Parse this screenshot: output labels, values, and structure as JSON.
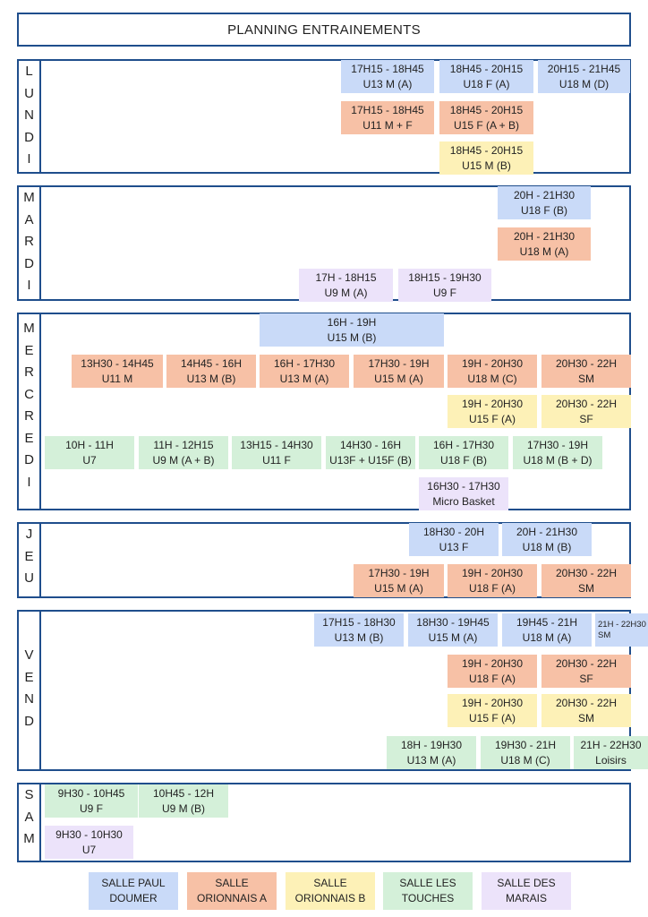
{
  "title": "PLANNING ENTRAINEMENTS",
  "colors": {
    "paul_doumer": "#c9daf8",
    "orionnais_a": "#f7c1a6",
    "orionnais_b": "#fdf1b7",
    "touches": "#d4f0d9",
    "marais": "#ece3fa",
    "border": "#1f4e8c"
  },
  "days": [
    {
      "key": "lundi",
      "label": "LUNDI",
      "slots": [
        {
          "time": "17H15 - 18H45",
          "group": "U13 M (A)",
          "salle": "paul_doumer"
        },
        {
          "time": "18H45 - 20H15",
          "group": "U18 F (A)",
          "salle": "paul_doumer"
        },
        {
          "time": "20H15 - 21H45",
          "group": "U18 M (D)",
          "salle": "paul_doumer"
        },
        {
          "time": "17H15 - 18H45",
          "group": "U11 M + F",
          "salle": "orionnais_a"
        },
        {
          "time": "18H45 - 20H15",
          "group": "U15 F (A + B)",
          "salle": "orionnais_a"
        },
        {
          "time": "18H45 - 20H15",
          "group": "U15 M (B)",
          "salle": "orionnais_b"
        }
      ]
    },
    {
      "key": "mardi",
      "label": "MARDI",
      "slots": [
        {
          "time": "20H - 21H30",
          "group": "U18 F (B)",
          "salle": "paul_doumer"
        },
        {
          "time": "20H - 21H30",
          "group": "U18 M (A)",
          "salle": "orionnais_a"
        },
        {
          "time": "17H - 18H15",
          "group": "U9 M (A)",
          "salle": "marais"
        },
        {
          "time": "18H15 - 19H30",
          "group": "U9 F",
          "salle": "marais"
        }
      ]
    },
    {
      "key": "mercredi",
      "label": "MERCREDI",
      "slots": [
        {
          "time": "16H - 19H",
          "group": "U15 M (B)",
          "salle": "paul_doumer"
        },
        {
          "time": "13H30 - 14H45",
          "group": "U11 M",
          "salle": "orionnais_a"
        },
        {
          "time": "14H45 - 16H",
          "group": "U13 M (B)",
          "salle": "orionnais_a"
        },
        {
          "time": "16H - 17H30",
          "group": "U13 M (A)",
          "salle": "orionnais_a"
        },
        {
          "time": "17H30 - 19H",
          "group": "U15 M (A)",
          "salle": "orionnais_a"
        },
        {
          "time": "19H - 20H30",
          "group": "U18 M (C)",
          "salle": "orionnais_a"
        },
        {
          "time": "20H30 - 22H",
          "group": "SM",
          "salle": "orionnais_a"
        },
        {
          "time": "19H - 20H30",
          "group": "U15 F (A)",
          "salle": "orionnais_b"
        },
        {
          "time": "20H30 - 22H",
          "group": "SF",
          "salle": "orionnais_b"
        },
        {
          "time": "10H - 11H",
          "group": "U7",
          "salle": "touches"
        },
        {
          "time": "11H - 12H15",
          "group": "U9 M (A + B)",
          "salle": "touches"
        },
        {
          "time": "13H15 - 14H30",
          "group": "U11 F",
          "salle": "touches"
        },
        {
          "time": "14H30 - 16H",
          "group": "U13F + U15F (B)",
          "salle": "touches"
        },
        {
          "time": "16H - 17H30",
          "group": "U18 F (B)",
          "salle": "touches"
        },
        {
          "time": "17H30 - 19H",
          "group": "U18 M (B + D)",
          "salle": "touches"
        },
        {
          "time": "16H30 - 17H30",
          "group": "Micro Basket",
          "salle": "marais"
        }
      ]
    },
    {
      "key": "jeudi",
      "label": "JEU",
      "slots": [
        {
          "time": "18H30 - 20H",
          "group": "U13 F",
          "salle": "paul_doumer"
        },
        {
          "time": "20H - 21H30",
          "group": "U18 M (B)",
          "salle": "paul_doumer"
        },
        {
          "time": "17H30 - 19H",
          "group": "U15 M (A)",
          "salle": "orionnais_a"
        },
        {
          "time": "19H - 20H30",
          "group": "U18 F (A)",
          "salle": "orionnais_a"
        },
        {
          "time": "20H30 - 22H",
          "group": "SM",
          "salle": "orionnais_a"
        }
      ]
    },
    {
      "key": "vendredi",
      "label": "VEND",
      "slots": [
        {
          "time": "17H15 - 18H30",
          "group": "U13 M (B)",
          "salle": "paul_doumer"
        },
        {
          "time": "18H30 - 19H45",
          "group": "U15 M (A)",
          "salle": "paul_doumer"
        },
        {
          "time": "19H45 - 21H",
          "group": "U18 M (A)",
          "salle": "paul_doumer"
        },
        {
          "time": "21H - 22H30",
          "group": "SM",
          "salle": "paul_doumer"
        },
        {
          "time": "19H - 20H30",
          "group": "U18 F (A)",
          "salle": "orionnais_a"
        },
        {
          "time": "20H30 - 22H",
          "group": "SF",
          "salle": "orionnais_a"
        },
        {
          "time": "19H - 20H30",
          "group": "U15 F (A)",
          "salle": "orionnais_b"
        },
        {
          "time": "20H30 - 22H",
          "group": "SM",
          "salle": "orionnais_b"
        },
        {
          "time": "18H - 19H30",
          "group": "U13 M (A)",
          "salle": "touches"
        },
        {
          "time": "19H30 - 21H",
          "group": "U18 M (C)",
          "salle": "touches"
        },
        {
          "time": "21H - 22H30",
          "group": "Loisirs",
          "salle": "touches"
        }
      ]
    },
    {
      "key": "samedi",
      "label": "SAM",
      "slots": [
        {
          "time": "9H30 - 10H45",
          "group": "U9 F",
          "salle": "touches"
        },
        {
          "time": "10H45 - 12H",
          "group": "U9 M (B)",
          "salle": "touches"
        },
        {
          "time": "9H30 - 10H30",
          "group": "U7",
          "salle": "marais"
        }
      ]
    }
  ],
  "legend": [
    {
      "salle": "paul_doumer",
      "line1": "SALLE PAUL",
      "line2": "DOUMER"
    },
    {
      "salle": "orionnais_a",
      "line1": "SALLE",
      "line2": "ORIONNAIS A"
    },
    {
      "salle": "orionnais_b",
      "line1": "SALLE",
      "line2": "ORIONNAIS B"
    },
    {
      "salle": "touches",
      "line1": "SALLE LES",
      "line2": "TOUCHES"
    },
    {
      "salle": "marais",
      "line1": "SALLE DES",
      "line2": "MARAIS"
    }
  ]
}
